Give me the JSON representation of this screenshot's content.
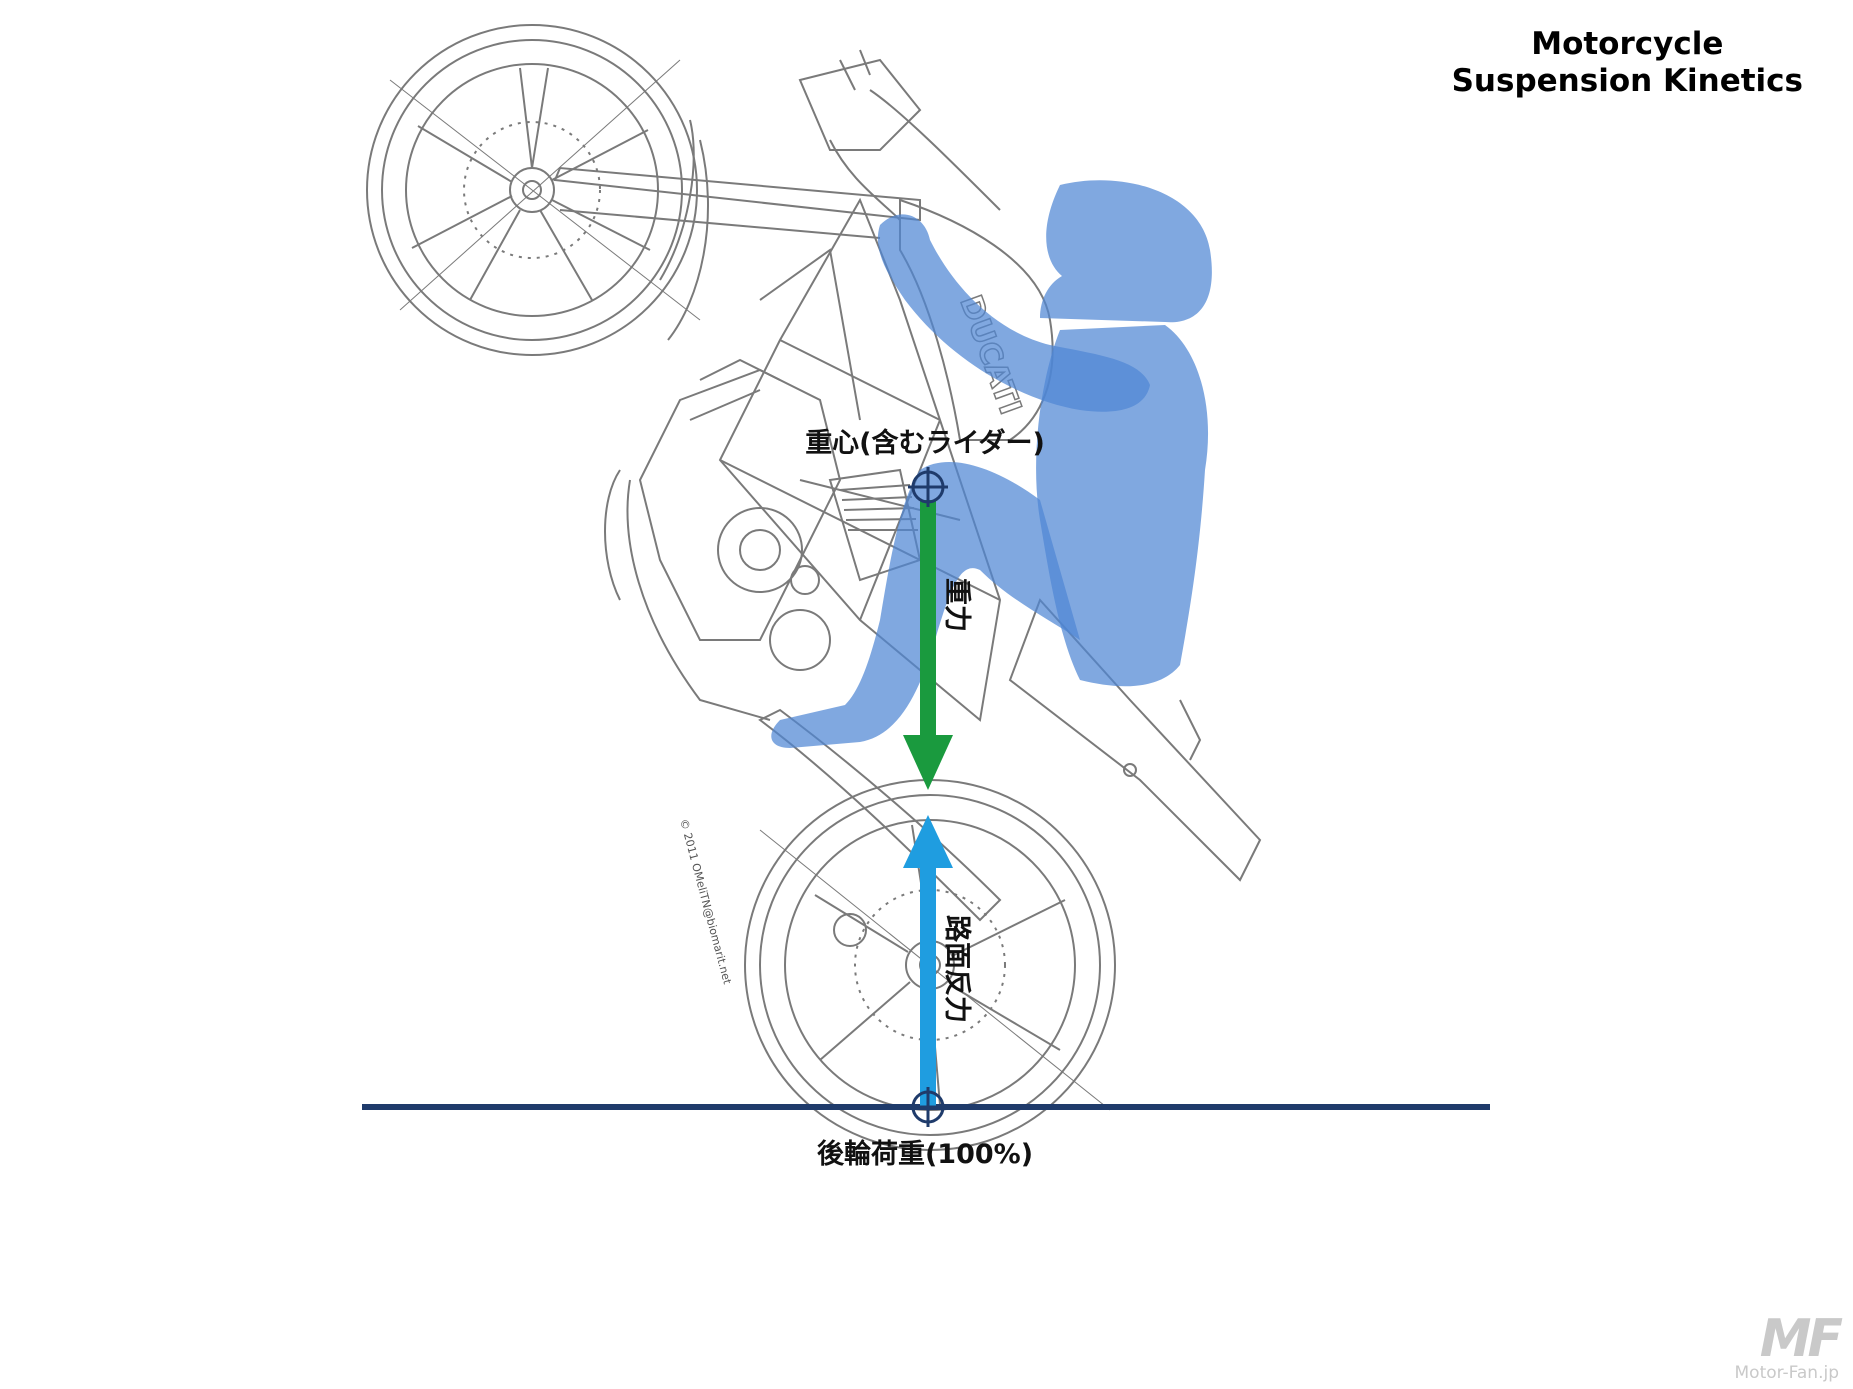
{
  "title": {
    "line1": "Motorcycle",
    "line2": "Suspension Kinetics"
  },
  "labels": {
    "center_of_gravity": "重心(含むライダー)",
    "gravity": "重力",
    "ground_reaction": "路面反力",
    "rear_wheel_load": "後輪荷重(100%)"
  },
  "credit": "© 2011 OMeliTN@biomarit.net",
  "watermark": {
    "logo": "MF",
    "url": "Motor-Fan.jp"
  },
  "colors": {
    "gravity_arrow": "#1a9a3e",
    "reaction_arrow": "#1f9de0",
    "ground_line": "#1f3b6b",
    "rider": "#4f86d4",
    "drawing": "#7a7a7a"
  }
}
